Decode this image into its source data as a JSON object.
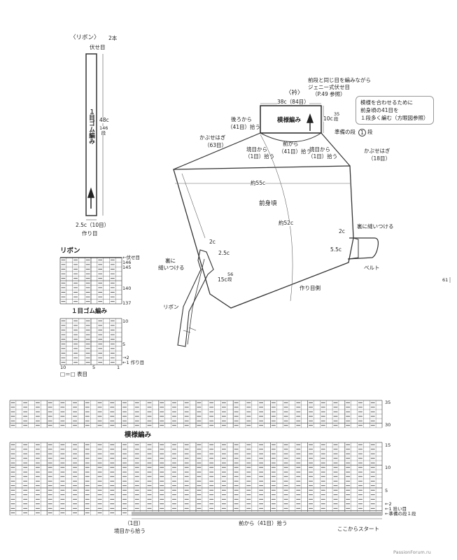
{
  "ribbon": {
    "title": "〈リボン〉",
    "qty": "2本",
    "bind_off": "伏せ目",
    "length": "48c",
    "rows": "146段",
    "pattern": "１目ゴム編み",
    "width": "2.5c（10目）",
    "cast_on": "作り目"
  },
  "collar": {
    "title": "〈衿〉",
    "note_line1": "前段と同じ目を編みながら",
    "note_line2": "ジェニー式伏せ目",
    "note_line3": "（P.49 参照）",
    "width": "38c（84目）",
    "pattern": "模様編み",
    "height": "10c",
    "height_rows": "35段",
    "back_pick": "後ろから",
    "back_pick2": "（41目）拾う",
    "front_pick": "前から",
    "front_pick2": "（41目）拾う",
    "boundary_l": "境目から",
    "boundary_l2": "（1目）拾う",
    "boundary_r": "境目から",
    "boundary_r2": "（1目）拾う",
    "prep_row": "準備の段",
    "prep_row_val": "1",
    "prep_row_unit": "段",
    "callout1": "模様を合わせるために",
    "callout2": "前身頃の41目を",
    "callout3": "１段多く編む（方眼図参照）"
  },
  "body": {
    "shoulder_l": "かぶせはぎ",
    "shoulder_l2": "（63目）",
    "shoulder_r": "かぶせはぎ",
    "shoulder_r2": "（18目）",
    "width": "約55c",
    "title": "前身頃",
    "length": "約52c",
    "belt_2c": "2c",
    "belt_attach": "裏に縫いつける",
    "belt_55": "5.5c",
    "belt_label": "ベルト",
    "cast_edge": "作り目側",
    "rib_2c": "2c",
    "rib_25": "2.5c",
    "rib_attach1": "裏に",
    "rib_attach2": "縫いつける",
    "rib_15": "15c",
    "rib_56": "56段",
    "ribbon_label": "リボン"
  },
  "page_num": "61",
  "rib_chart": {
    "title": "リボン",
    "bind_off": "←伏せ目",
    "r146": "146",
    "r145": "145",
    "r140": "140",
    "r137": "137",
    "pattern": "１目ゴム編み",
    "r10": "10",
    "r5": "5",
    "r2": "→2",
    "r1": "←1 作り目",
    "c10": "10",
    "c5": "5",
    "c1": "1",
    "legend": "□＝□ 表目"
  },
  "big_chart": {
    "pattern": "模様編み",
    "r35": "35",
    "r30": "30",
    "r15": "15",
    "r10": "10",
    "r5": "5",
    "r2": "←2",
    "r1": "←1 拾い目",
    "rprep": "←準備の段１段",
    "b1": "（1目）",
    "b1b": "境目から拾う",
    "front": "前から（41目）拾う",
    "start": "ここからスタート"
  },
  "watermark": "PassionForum.ru"
}
